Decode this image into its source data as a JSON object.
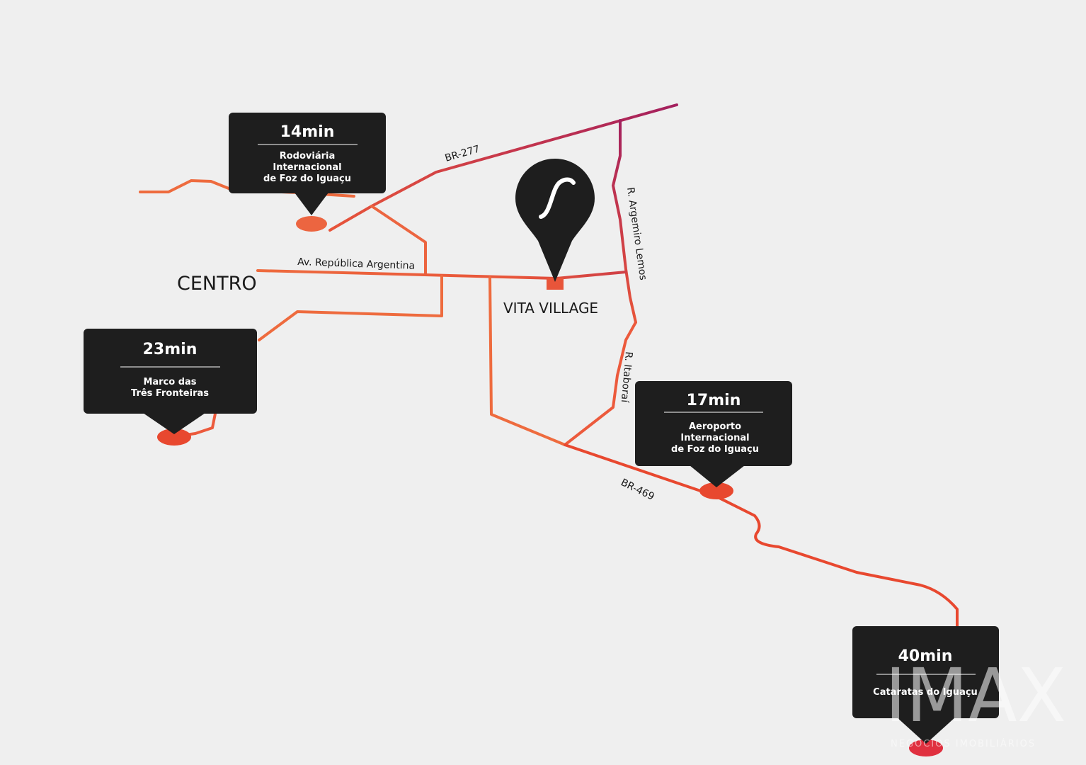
{
  "labels": {
    "centro": "CENTRO",
    "vita_village": "VITA VILLAGE"
  },
  "roads": {
    "br277": "BR-277",
    "av_republica": "Av. República Argentina",
    "argemiro": "R. Argemiro Lemos",
    "itaborai": "R. Itaboraí",
    "br469": "BR-469"
  },
  "callouts": {
    "rodoviaria": {
      "time": "14min",
      "lines": [
        "Rodoviária",
        "Internacional",
        "de Foz do Iguaçu"
      ]
    },
    "marco": {
      "time": "23min",
      "lines": [
        "Marco das",
        "Três Fronteiras"
      ]
    },
    "aeroporto": {
      "time": "17min",
      "lines": [
        "Aeroporto",
        "Internacional",
        "de Foz do Iguaçu"
      ]
    },
    "cataratas": {
      "time": "40min",
      "lines": [
        "Cataratas do Iguaçu"
      ]
    }
  },
  "pin_icon": "location-pin-s-logo",
  "watermark": {
    "logo": "IMAX",
    "tagline": "NEGÓCIOS IMOBILIÁRIOS"
  },
  "colors": {
    "background": "#efefef",
    "road_orange": "#ee6b3e",
    "road_red": "#e8482f",
    "road_magenta": "#a8235d",
    "callout": "#1e1e1e",
    "marker": "#ec5a3c"
  }
}
